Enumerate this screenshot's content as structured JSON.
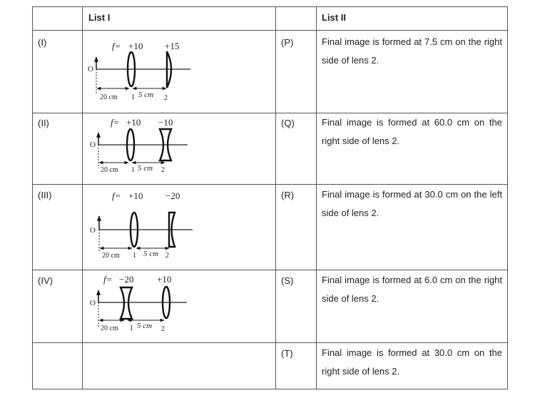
{
  "header": {
    "list1": "List I",
    "list2": "List II"
  },
  "rows": [
    {
      "label": "(I)",
      "diagram": {
        "f_prefix": "f=",
        "f1": "+10",
        "f2": "+15",
        "object": "O",
        "dist1": "20 cm",
        "lens1": "1",
        "dist2": "5 cm",
        "lens2": "2"
      },
      "option": "(P)",
      "text": "Final image is formed at 7.5 cm on the right side of lens 2."
    },
    {
      "label": "(II)",
      "diagram": {
        "f_prefix": "f=",
        "f1": "+10",
        "f2": "−10",
        "object": "O",
        "dist1": "20 cm",
        "lens1": "1",
        "dist2": "5 cm",
        "lens2": "2"
      },
      "option": "(Q)",
      "text": "Final image is formed at 60.0 cm on the right side of lens 2."
    },
    {
      "label": "(III)",
      "diagram": {
        "f_prefix": "f=",
        "f1": "+10",
        "f2": "−20",
        "object": "O",
        "dist1": "20 cm",
        "lens1": "1",
        "dist2": "5 cm",
        "lens2": "2"
      },
      "option": "(R)",
      "text": "Final image is formed at 30.0 cm on the left side of lens 2."
    },
    {
      "label": "(IV)",
      "diagram": {
        "f_prefix": "f=",
        "f1": "−20",
        "f2": "+10",
        "object": "O",
        "dist1": "20 cm",
        "lens1": "1",
        "dist2": "5 cm",
        "lens2": "2"
      },
      "option": "(S)",
      "text": "Final image is formed at 6.0 cm on the right side of lens 2."
    },
    {
      "label": "",
      "option": "(T)",
      "text": "Final image is formed at 30.0 cm on the right side of lens 2."
    }
  ]
}
